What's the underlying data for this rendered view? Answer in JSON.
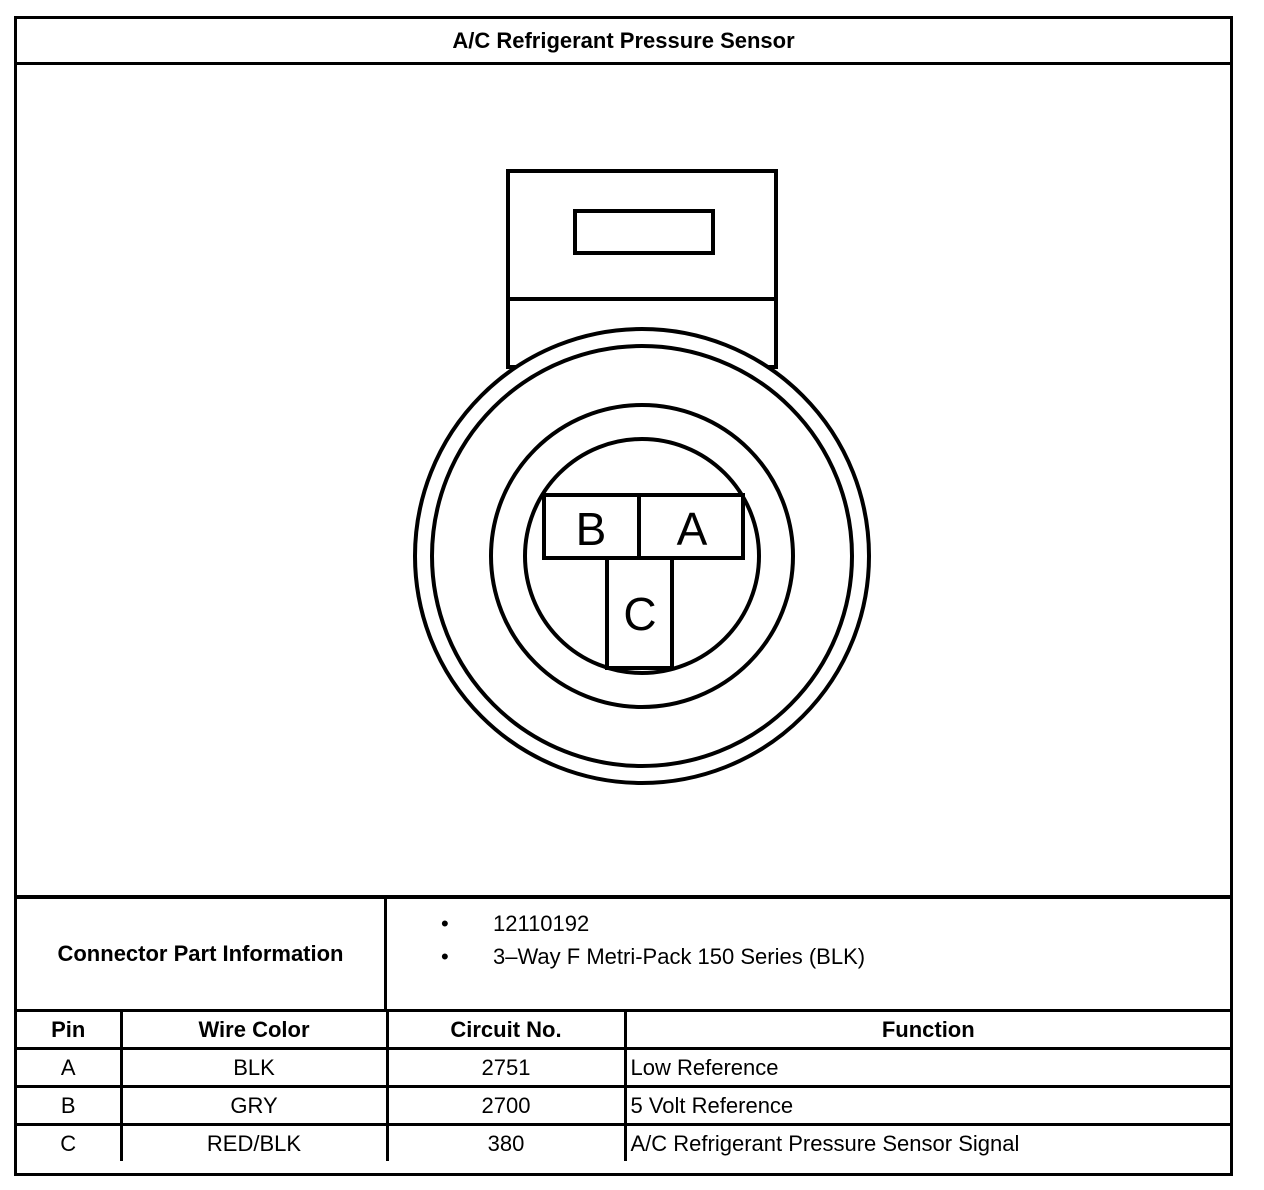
{
  "title": "A/C Refrigerant Pressure Sensor",
  "connector": {
    "pin_labels": [
      "B",
      "A",
      "C"
    ]
  },
  "part_info": {
    "label": "Connector Part Information",
    "bullets": [
      "12110192",
      "3–Way F Metri-Pack 150 Series (BLK)"
    ],
    "bullet_glyph": "•"
  },
  "table": {
    "headers": [
      "Pin",
      "Wire Color",
      "Circuit No.",
      "Function"
    ],
    "rows": [
      [
        "A",
        "BLK",
        "2751",
        "Low Reference"
      ],
      [
        "B",
        "GRY",
        "2700",
        "5 Volt Reference"
      ],
      [
        "C",
        "RED/BLK",
        "380",
        "A/C Refrigerant Pressure Sensor Signal"
      ]
    ]
  }
}
